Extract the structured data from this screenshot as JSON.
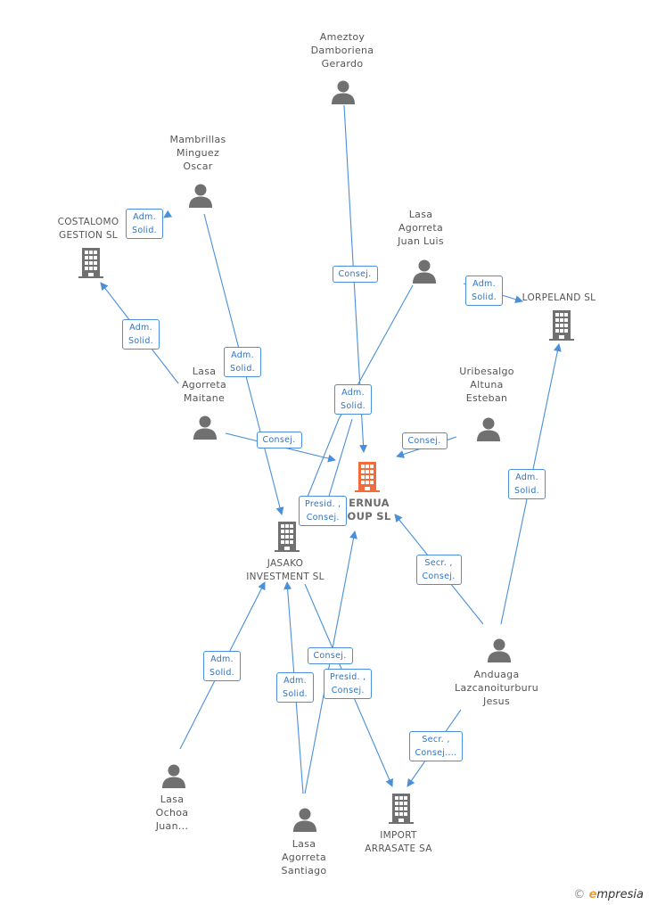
{
  "colors": {
    "edge": "#4a8fd9",
    "node": "#707070",
    "main": "#f26b3a"
  },
  "nodes": [
    {
      "id": "ameztoy",
      "type": "person",
      "label": [
        "Ameztoy",
        "Damboriena",
        "Gerardo"
      ]
    },
    {
      "id": "mambrillas",
      "type": "person",
      "label": [
        "Mambrillas",
        "Minguez",
        "Oscar"
      ]
    },
    {
      "id": "costalomo",
      "type": "company",
      "label": [
        "COSTALOMO",
        "GESTION SL"
      ]
    },
    {
      "id": "lasa_jl",
      "type": "person",
      "label": [
        "Lasa",
        "Agorreta",
        "Juan Luis"
      ]
    },
    {
      "id": "lorpeland",
      "type": "company",
      "label": [
        "LORPELAND SL"
      ]
    },
    {
      "id": "lasa_m",
      "type": "person",
      "label": [
        "Lasa",
        "Agorreta",
        "Maitane"
      ]
    },
    {
      "id": "uribesalgo",
      "type": "person",
      "label": [
        "Uribesalgo",
        "Altuna",
        "Esteban"
      ]
    },
    {
      "id": "main",
      "type": "main",
      "label": [
        "ERNUA",
        "OUP SL"
      ]
    },
    {
      "id": "jasako",
      "type": "company",
      "label": [
        "JASAKO",
        "INVESTMENT SL"
      ]
    },
    {
      "id": "anduaga",
      "type": "person",
      "label": [
        "Anduaga",
        "Lazcanoiturburu",
        "Jesus"
      ]
    },
    {
      "id": "lasa_o",
      "type": "person",
      "label": [
        "Lasa",
        "Ochoa",
        "Juan..."
      ]
    },
    {
      "id": "lasa_s",
      "type": "person",
      "label": [
        "Lasa",
        "Agorreta",
        "Santiago"
      ]
    },
    {
      "id": "import",
      "type": "company",
      "label": [
        "IMPORT",
        "ARRASATE SA"
      ]
    }
  ],
  "edges": [
    {
      "id": "e1",
      "label": [
        "Consej."
      ]
    },
    {
      "id": "e2",
      "label": [
        "Adm.",
        "Solid."
      ]
    },
    {
      "id": "e3",
      "label": [
        "Adm.",
        "Solid."
      ]
    },
    {
      "id": "e4",
      "label": [
        "Adm.",
        "Solid."
      ]
    },
    {
      "id": "e5",
      "label": [
        "Adm.",
        "Solid."
      ]
    },
    {
      "id": "e6",
      "label": [
        "Adm.",
        "Solid."
      ]
    },
    {
      "id": "e7",
      "label": [
        "Consej."
      ]
    },
    {
      "id": "e8",
      "label": [
        "Consej."
      ]
    },
    {
      "id": "e9",
      "label": [
        "Presid. ,",
        "Consej."
      ]
    },
    {
      "id": "e10",
      "label": [
        "Adm.",
        "Solid."
      ]
    },
    {
      "id": "e11",
      "label": [
        "Secr. ,",
        "Consej."
      ]
    },
    {
      "id": "e12",
      "label": [
        "Adm.",
        "Solid."
      ]
    },
    {
      "id": "e13",
      "label": [
        "Adm.",
        "Solid."
      ]
    },
    {
      "id": "e14",
      "label": [
        "Consej."
      ]
    },
    {
      "id": "e15",
      "label": [
        "Presid. ,",
        "Consej."
      ]
    },
    {
      "id": "e16",
      "label": [
        "Secr. ,",
        "Consej...."
      ]
    }
  ],
  "footer": {
    "copyright": "©",
    "brand_e": "e",
    "brand_rest": "mpresia"
  }
}
